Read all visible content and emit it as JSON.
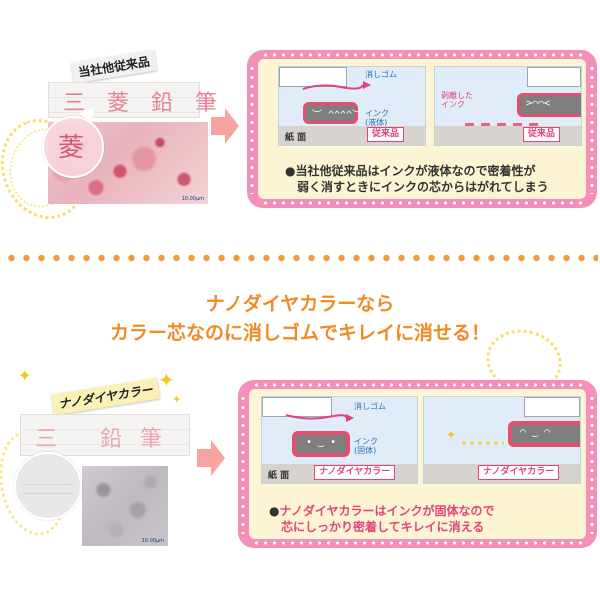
{
  "top": {
    "tag": "当社他従来品",
    "sample_text": "三菱鉛筆",
    "bubble_char": "菱",
    "scale": "10.00μm",
    "eraser_label": "消しゴム",
    "ink_label": "インク\n(液体)",
    "peeled_label": "剥離した\nインク",
    "paper_label": "紙 面",
    "brand_label": "従来品",
    "caption_line1": "●当社他従来品はインクが液体なので密着性が",
    "caption_line2": "弱く消すときにインクの芯からはがれてしまう"
  },
  "headline": {
    "line1": "ナノダイヤカラーなら",
    "line2": "カラー芯なのに消しゴムでキレイに消せる！"
  },
  "bottom": {
    "tag": "ナノダイヤカラー",
    "sample_text": "三 鉛筆",
    "scale": "10.00μm",
    "eraser_label": "消しゴム",
    "ink_label": "インク\n(固体)",
    "paper_label": "紙 面",
    "brand_label": "ナノダイヤカラー",
    "caption_bullet": "●",
    "caption_line1": "ナノダイヤカラーはインクが固体なので",
    "caption_line2": "芯にしっかり密着してキレイに消える"
  },
  "colors": {
    "panel_pink": "#f48fb9",
    "panel_cream": "#fdf4d3",
    "accent_magenta": "#e0457a",
    "headline_orange": "#f08a24",
    "ink_red": "#e3506f",
    "arrow_salmon": "#f7a4a1"
  },
  "icons": [
    "sparkle-icon",
    "right-arrow-icon",
    "speech-bubble-icon",
    "wavy-arrow-icon"
  ]
}
